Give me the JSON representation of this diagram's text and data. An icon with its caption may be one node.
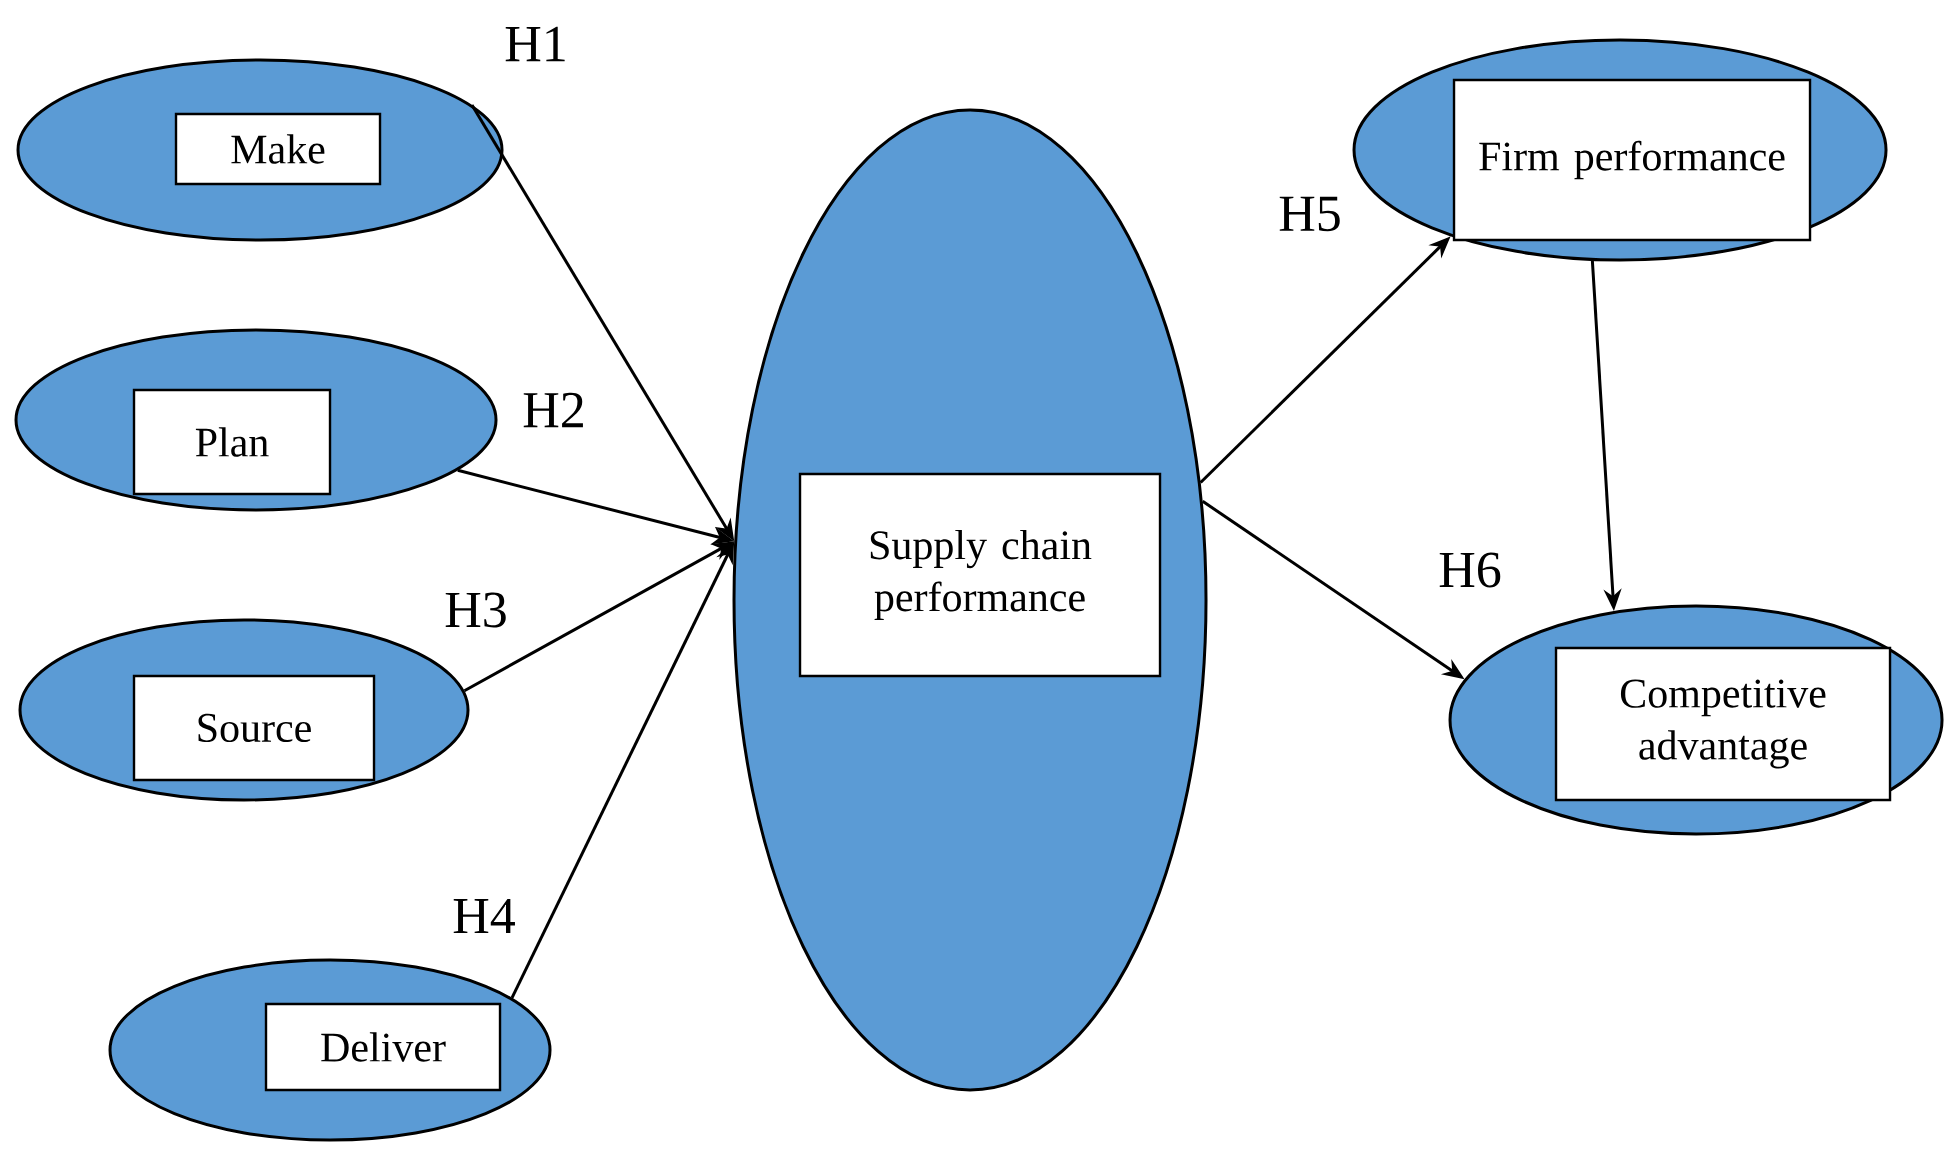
{
  "diagram": {
    "nodes": [
      {
        "text": [
          "Make"
        ]
      },
      {
        "text": [
          "Plan"
        ]
      },
      {
        "text": [
          "Source"
        ]
      },
      {
        "text": [
          "Deliver"
        ]
      },
      {
        "text": [
          "Supply chain performance"
        ]
      },
      {
        "text": [
          "Firm performance"
        ]
      },
      {
        "text": [
          "Competitive advantage"
        ]
      }
    ],
    "edges": [
      {
        "from": 0,
        "to": 4,
        "arrow": "to",
        "label": "H1"
      },
      {
        "from": 1,
        "to": 4,
        "arrow": "to",
        "label": "H2"
      },
      {
        "from": 2,
        "to": 4,
        "arrow": "to",
        "label": "H3"
      },
      {
        "from": 3,
        "to": 4,
        "arrow": "to",
        "label": "H4"
      },
      {
        "from": 4,
        "to": 5,
        "arrow": "to",
        "label": "H5"
      },
      {
        "from": 4,
        "to": 6,
        "arrow": "to",
        "label": "H6"
      },
      {
        "from": 5,
        "to": 6,
        "arrow": "to"
      }
    ]
  }
}
